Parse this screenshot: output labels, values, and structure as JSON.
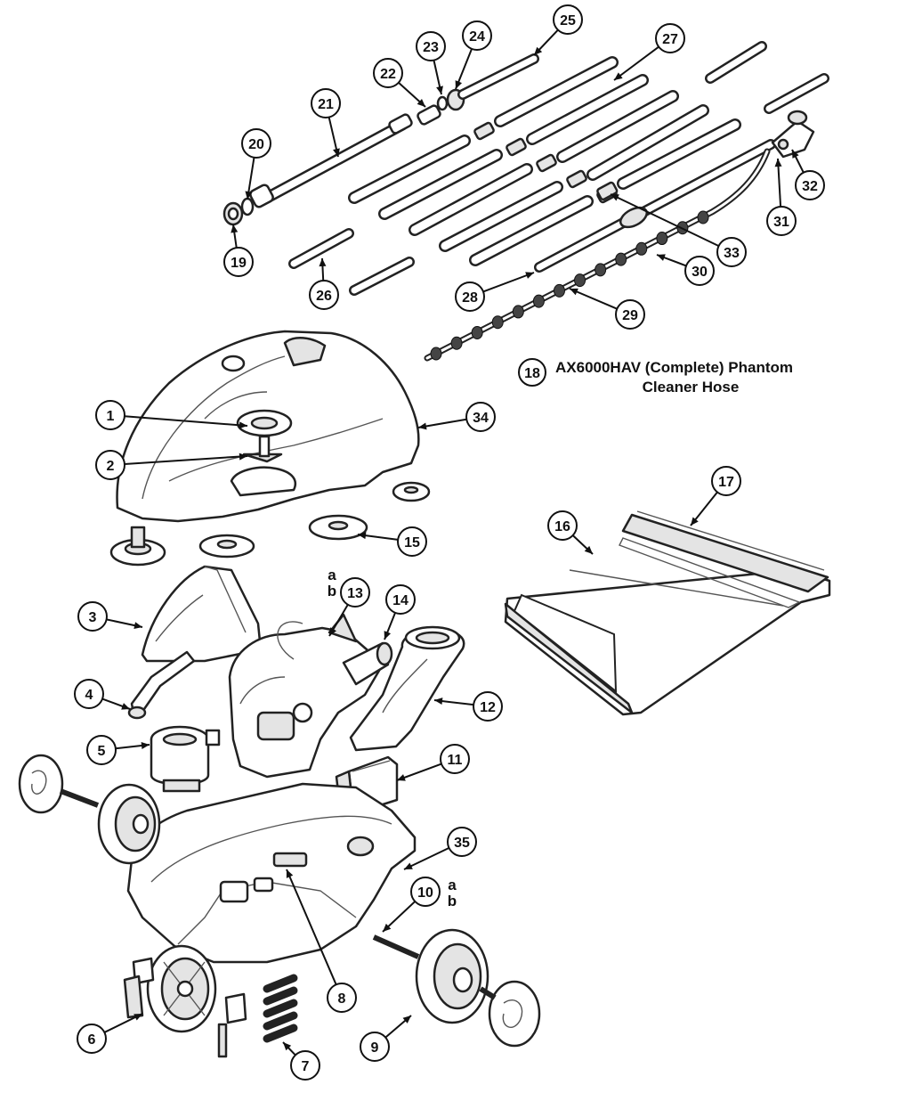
{
  "caption": {
    "number": "18",
    "line1": "AX6000HAV (Complete) Phantom",
    "line2": "Cleaner Hose"
  },
  "callouts": [
    {
      "id": "c1",
      "label": "1"
    },
    {
      "id": "c2",
      "label": "2"
    },
    {
      "id": "c3",
      "label": "3"
    },
    {
      "id": "c4",
      "label": "4"
    },
    {
      "id": "c5",
      "label": "5"
    },
    {
      "id": "c6",
      "label": "6"
    },
    {
      "id": "c7",
      "label": "7"
    },
    {
      "id": "c8",
      "label": "8"
    },
    {
      "id": "c9",
      "label": "9"
    },
    {
      "id": "c10",
      "label": "10",
      "suffix": [
        "a",
        "b"
      ]
    },
    {
      "id": "c11",
      "label": "11"
    },
    {
      "id": "c12",
      "label": "12"
    },
    {
      "id": "c13",
      "label": "13",
      "suffix": [
        "a",
        "b"
      ]
    },
    {
      "id": "c14",
      "label": "14"
    },
    {
      "id": "c15",
      "label": "15"
    },
    {
      "id": "c16",
      "label": "16"
    },
    {
      "id": "c17",
      "label": "17"
    },
    {
      "id": "c19",
      "label": "19"
    },
    {
      "id": "c20",
      "label": "20"
    },
    {
      "id": "c21",
      "label": "21"
    },
    {
      "id": "c22",
      "label": "22"
    },
    {
      "id": "c23",
      "label": "23"
    },
    {
      "id": "c24",
      "label": "24"
    },
    {
      "id": "c25",
      "label": "25"
    },
    {
      "id": "c26",
      "label": "26"
    },
    {
      "id": "c27",
      "label": "27"
    },
    {
      "id": "c28",
      "label": "28"
    },
    {
      "id": "c29",
      "label": "29"
    },
    {
      "id": "c30",
      "label": "30"
    },
    {
      "id": "c31",
      "label": "31"
    },
    {
      "id": "c32",
      "label": "32"
    },
    {
      "id": "c33",
      "label": "33"
    },
    {
      "id": "c34",
      "label": "34"
    },
    {
      "id": "c35",
      "label": "35"
    }
  ]
}
